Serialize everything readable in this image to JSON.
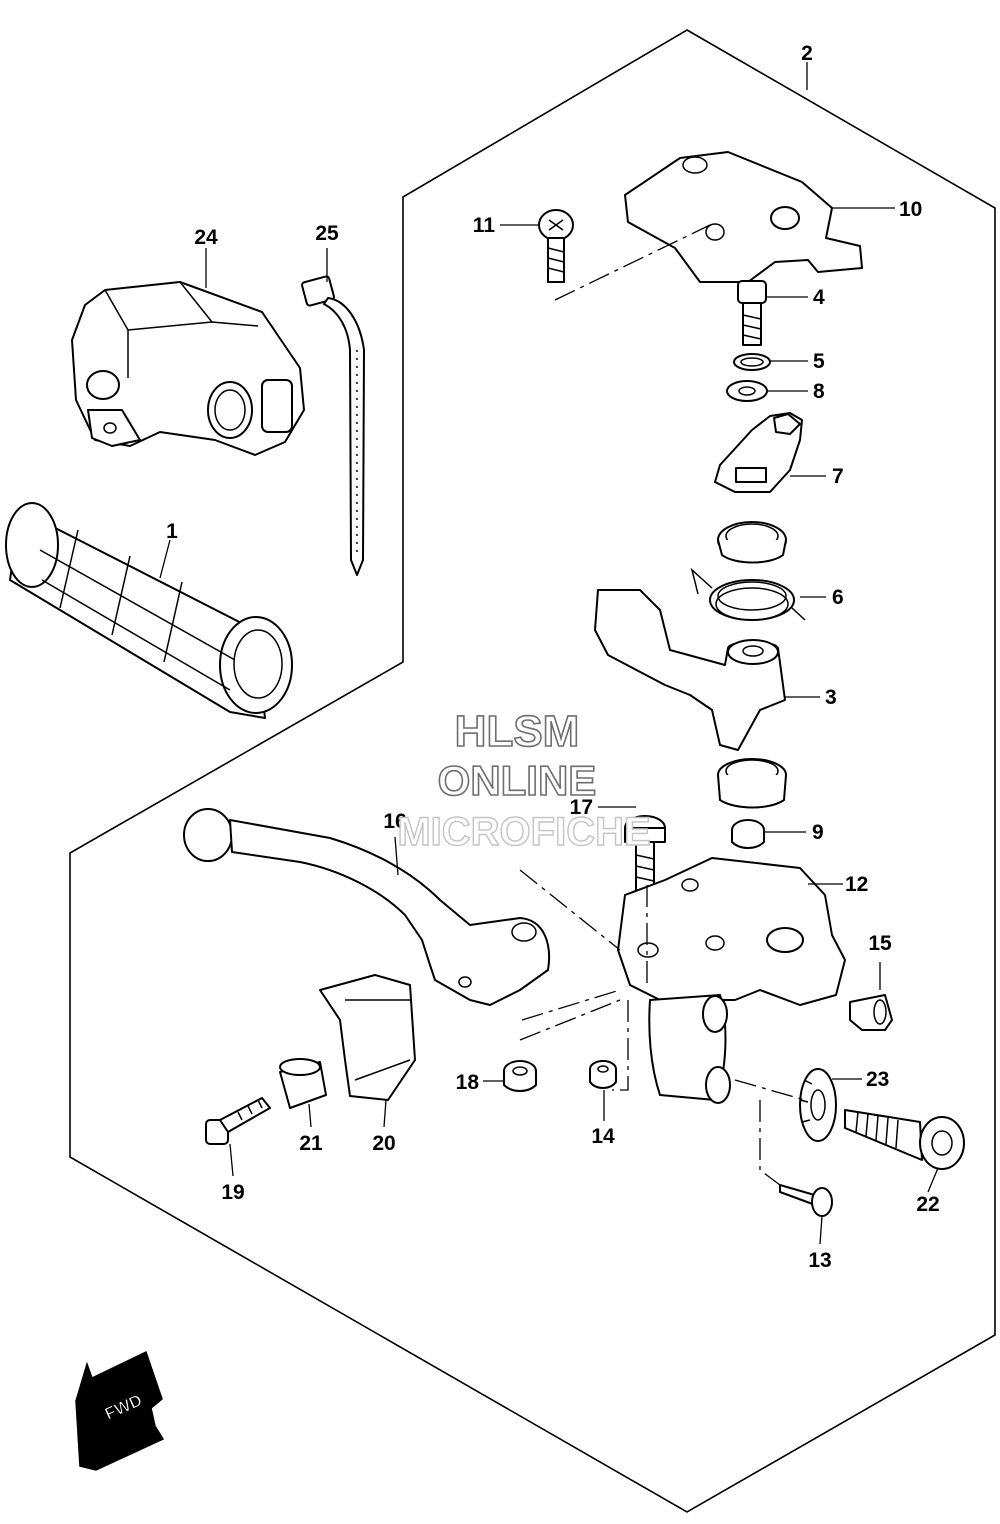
{
  "callouts": [
    "1",
    "2",
    "3",
    "4",
    "5",
    "6",
    "7",
    "8",
    "9",
    "10",
    "11",
    "12",
    "13",
    "14",
    "15",
    "16",
    "17",
    "18",
    "19",
    "20",
    "21",
    "22",
    "23",
    "24",
    "25"
  ],
  "watermark": [
    "HLSM",
    "ONLINE",
    "MICROFICHE"
  ],
  "direction_badge": "FWD",
  "icons": {
    "direction": "fwd-arrow-icon"
  }
}
